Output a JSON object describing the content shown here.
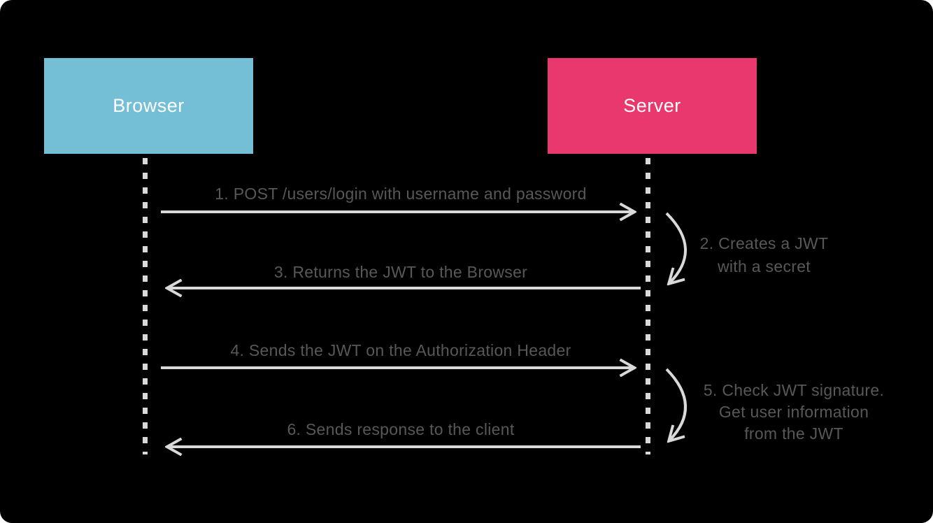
{
  "colors": {
    "page_bg": "#ffffff",
    "canvas_bg": "#000000",
    "browser_box": "#75bfd6",
    "server_box": "#e8386e",
    "box_text": "#ffffff",
    "arrow": "#d9d9d9",
    "label_text": "#58585a"
  },
  "actors": {
    "browser": {
      "label": "Browser"
    },
    "server": {
      "label": "Server"
    }
  },
  "messages": {
    "m1": {
      "label": "1. POST /users/login with username and password",
      "from": "Browser",
      "to": "Server",
      "direction": "right"
    },
    "m3": {
      "label": "3. Returns the JWT to the Browser",
      "from": "Server",
      "to": "Browser",
      "direction": "left"
    },
    "m4": {
      "label": "4. Sends the JWT on the Authorization Header",
      "from": "Browser",
      "to": "Server",
      "direction": "right"
    },
    "m6": {
      "label": "6. Sends response to the client",
      "from": "Server",
      "to": "Browser",
      "direction": "left"
    }
  },
  "annotations": {
    "a2": {
      "actor": "Server",
      "lines": [
        "2. Creates a JWT",
        "with a secret"
      ]
    },
    "a5": {
      "actor": "Server",
      "lines": [
        "5. Check JWT signature.",
        "Get user information",
        "from the JWT"
      ]
    }
  }
}
